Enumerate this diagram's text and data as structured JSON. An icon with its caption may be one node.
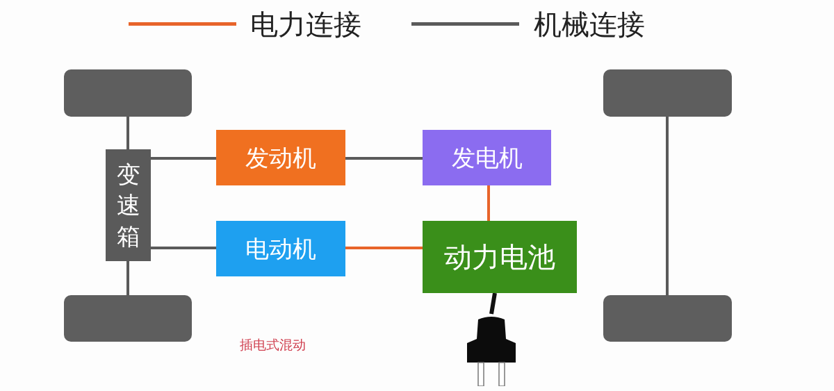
{
  "diagram": {
    "nodes": [
      {
        "text": [],
        "shape": "box"
      },
      {
        "text": [],
        "shape": "box"
      },
      {
        "text": [
          "发动机"
        ]
      },
      {
        "text": [
          "发电机"
        ]
      },
      {
        "text": [
          "变速箱"
        ]
      },
      {
        "text": [
          "电动机"
        ]
      },
      {
        "text": [
          "动力电池"
        ]
      },
      {
        "text": [],
        "shape": "box"
      },
      {
        "text": [],
        "shape": "box"
      },
      {
        "text": [],
        "shape": "plug"
      }
    ],
    "edges": [
      {
        "from": 4,
        "to": 0,
        "arrow": "none"
      },
      {
        "from": 4,
        "to": 7,
        "arrow": "none"
      },
      {
        "from": 1,
        "to": 8,
        "arrow": "none"
      },
      {
        "from": 4,
        "to": 2,
        "arrow": "none"
      },
      {
        "from": 2,
        "to": 3,
        "arrow": "none"
      },
      {
        "from": 3,
        "to": 6,
        "arrow": "none",
        "color": "#e8642a"
      },
      {
        "from": 4,
        "to": 5,
        "arrow": "none"
      },
      {
        "from": 5,
        "to": 6,
        "arrow": "none",
        "color": "#e8642a"
      },
      {
        "from": 6,
        "to": 9,
        "arrow": "none",
        "color": "#111111"
      }
    ],
    "labels": [
      "插电式混动"
    ],
    "legend": [
      {
        "text": "电力连接",
        "color": "#e8642a"
      },
      {
        "text": "机械连接",
        "color": "#5a5a5a"
      }
    ]
  }
}
